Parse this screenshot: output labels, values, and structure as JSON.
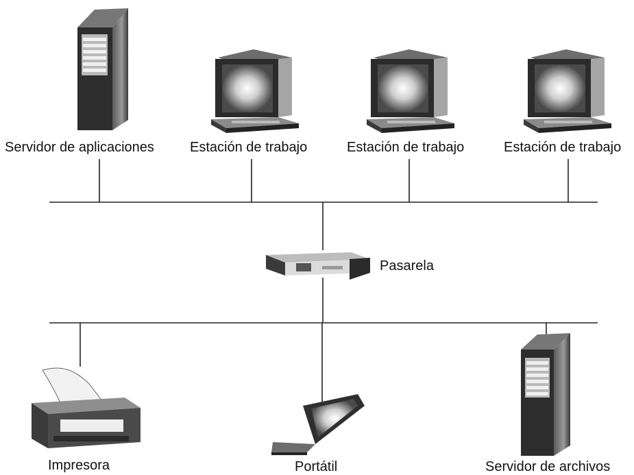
{
  "nodes": {
    "app_server": {
      "label": "Servidor de aplicaciones",
      "icon": "server-tower-icon"
    },
    "workstation_1": {
      "label": "Estación de trabajo",
      "icon": "workstation-icon"
    },
    "workstation_2": {
      "label": "Estación de trabajo",
      "icon": "workstation-icon"
    },
    "workstation_3": {
      "label": "Estación de trabajo",
      "icon": "workstation-icon"
    },
    "gateway": {
      "label": "Pasarela",
      "icon": "gateway-device-icon"
    },
    "printer": {
      "label": "Impresora",
      "icon": "printer-icon"
    },
    "laptop": {
      "label": "Portátil",
      "icon": "laptop-icon"
    },
    "file_server": {
      "label": "Servidor de archivos",
      "icon": "server-tower-icon"
    }
  },
  "colors": {
    "line": "#222222",
    "device_dark": "#2b2b2b",
    "device_mid": "#8a8a8a",
    "device_light": "#d9d9d9",
    "screen_glow": "#f4f4f4"
  }
}
